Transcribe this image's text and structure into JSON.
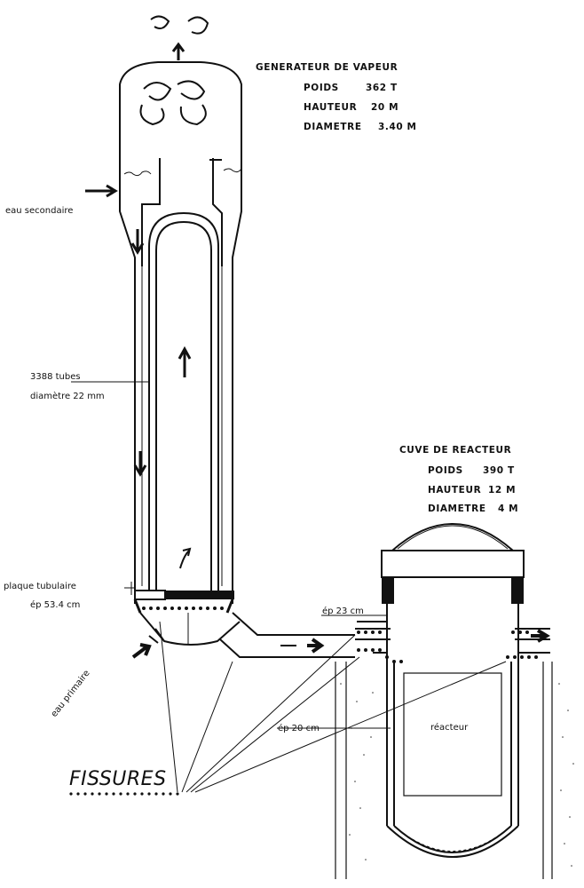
{
  "steam_generator": {
    "title": "GENERATEUR DE VAPEUR",
    "specs": [
      {
        "label": "POIDS",
        "value": "362 T"
      },
      {
        "label": "HAUTEUR",
        "value": "20 M"
      },
      {
        "label": "DIAMETRE",
        "value": "3.40 M"
      }
    ]
  },
  "reactor_vessel": {
    "title": "CUVE DE REACTEUR",
    "specs": [
      {
        "label": "POIDS",
        "value": "390 T"
      },
      {
        "label": "HAUTEUR",
        "value": "12 M"
      },
      {
        "label": "DIAMETRE",
        "value": "4 M"
      }
    ]
  },
  "labels": {
    "secondary_water": "eau secondaire",
    "tubes_count": "3388 tubes",
    "tubes_diameter": "diamètre 22 mm",
    "tube_plate": "plaque tubulaire",
    "tube_plate_thickness": "ép 53.4 cm",
    "primary_water": "eau primaire",
    "thickness_23": "ép 23 cm",
    "thickness_20": "ép 20 cm",
    "reactor": "réacteur",
    "fissures": "FISSURES"
  }
}
